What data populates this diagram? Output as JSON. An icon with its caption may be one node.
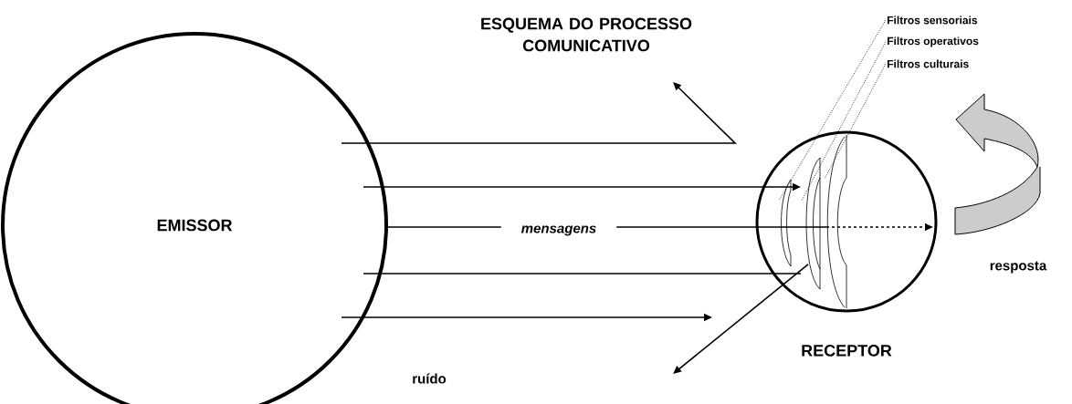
{
  "diagram": {
    "title": "ESQUEMA DO PROCESSO COMUNICATIVO",
    "nodes": [
      {
        "text": [
          "EMISSOR"
        ]
      },
      {
        "text": [
          "RECEPTOR"
        ]
      },
      {
        "text": [
          "Filtros sensoriais"
        ]
      },
      {
        "text": [
          "Filtros operativos"
        ]
      },
      {
        "text": [
          "Filtros culturais"
        ]
      }
    ],
    "edges": [
      {
        "from": 0,
        "to": null,
        "arrow": "to"
      },
      {
        "from": 0,
        "to": 1,
        "arrow": "to"
      },
      {
        "from": 0,
        "to": 1,
        "arrow": "to",
        "label": "mensagens"
      },
      {
        "from": 0,
        "to": 1,
        "arrow": "none"
      },
      {
        "from": 0,
        "to": null,
        "arrow": "to"
      },
      {
        "from": 1,
        "to": null,
        "arrow": "to"
      },
      {
        "from": 2,
        "to": 1,
        "arrow": "none",
        "style": "dashed"
      },
      {
        "from": 3,
        "to": 1,
        "arrow": "none",
        "style": "dashed"
      },
      {
        "from": 4,
        "to": 1,
        "arrow": "none",
        "style": "dashed"
      }
    ],
    "labels": [
      "resposta",
      "ruído"
    ]
  }
}
